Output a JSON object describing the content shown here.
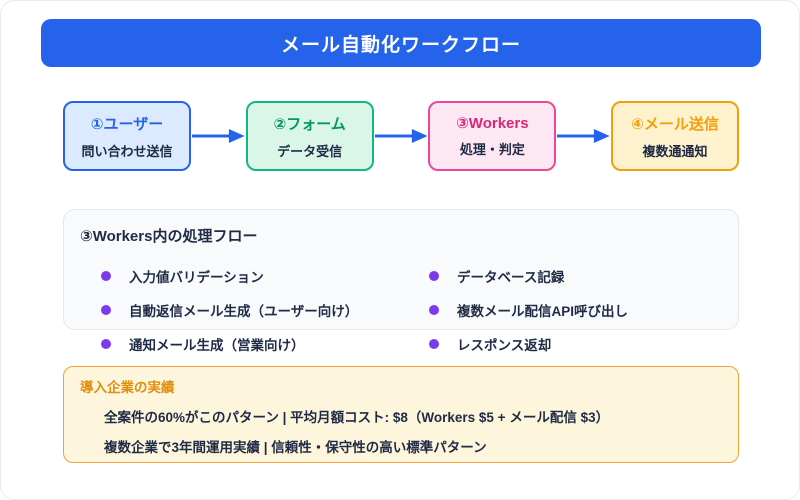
{
  "header": {
    "title": "メール自動化ワークフロー"
  },
  "colors": {
    "banner_blue": "#2563eb",
    "arrow_blue": "#2563eb",
    "bullet_purple": "#7c3aed",
    "results_border_orange": "#f0a13c",
    "results_title_orange": "#e08e0d"
  },
  "flow": {
    "steps": [
      {
        "label": "①ユーザー",
        "sublabel": "問い合わせ送信",
        "border": "#2563eb",
        "bg": "#dbeafe",
        "title_color": "#2563eb"
      },
      {
        "label": "②フォーム",
        "sublabel": "データ受信",
        "border": "#10b981",
        "bg": "#d9f6e8",
        "title_color": "#059669"
      },
      {
        "label": "③Workers",
        "sublabel": "処理・判定",
        "border": "#ec4899",
        "bg": "#fce7f3",
        "title_color": "#db2777"
      },
      {
        "label": "④メール送信",
        "sublabel": "複数通通知",
        "border": "#f59e0b",
        "bg": "#fdf2cd",
        "title_color": "#f59e0b"
      }
    ]
  },
  "workers_panel": {
    "title": "③Workers内の処理フロー",
    "items": [
      "入力値バリデーション",
      "自動返信メール生成（ユーザー向け）",
      "通知メール生成（営業向け）",
      "データベース記録",
      "複数メール配信API呼び出し",
      "レスポンス返却"
    ]
  },
  "results_panel": {
    "title": "導入企業の実績",
    "lines": [
      "全案件の60%がこのパターン | 平均月額コスト: $8（Workers $5 + メール配信 $3）",
      "複数企業で3年間運用実績 | 信頼性・保守性の高い標準パターン"
    ]
  }
}
